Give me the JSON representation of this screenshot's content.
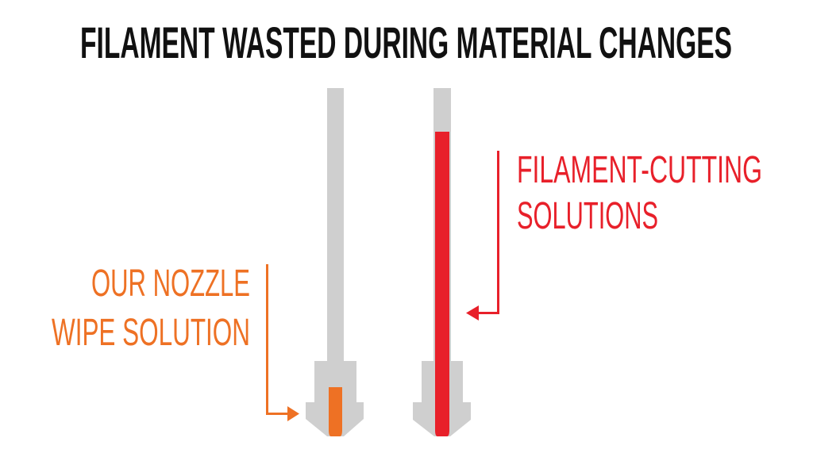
{
  "title": "FILAMENT WASTED DURING MATERIAL CHANGES",
  "labels": {
    "left": {
      "line1": "OUR NOZZLE",
      "line2": "WIPE SOLUTION",
      "color": "#EE7124"
    },
    "right": {
      "line1": "FILAMENT-CUTTING",
      "line2": "SOLUTIONS",
      "color": "#E8202A"
    }
  },
  "colors": {
    "background": "#FFFFFF",
    "title": "#111111",
    "nozzle_gray": "#CFCFCF",
    "wasted_left": "#EE7124",
    "wasted_right": "#E8202A"
  },
  "nozzles": [
    {
      "name": "nozzle-wipe",
      "wasted_segment": "short (tip only)"
    },
    {
      "name": "filament-cutting",
      "wasted_segment": "long (most of tube)"
    }
  ]
}
